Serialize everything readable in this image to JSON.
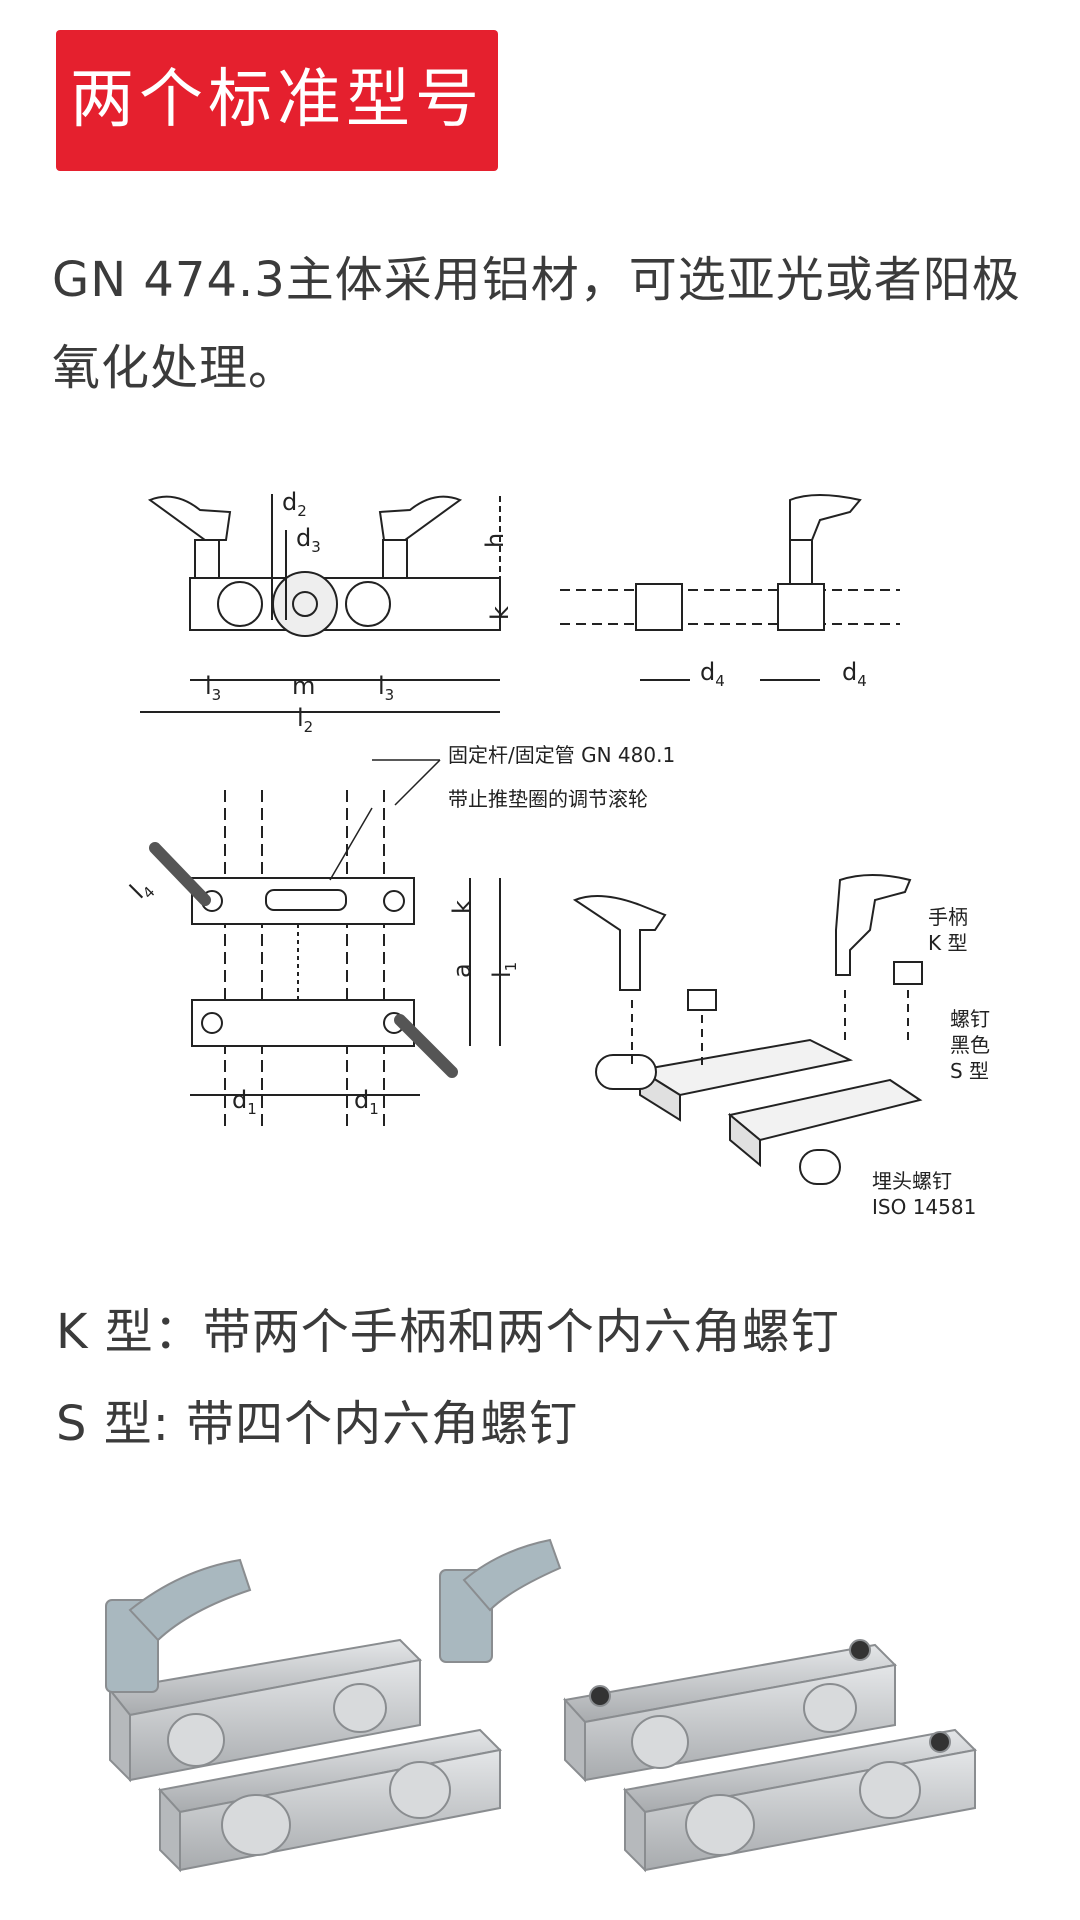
{
  "banner": {
    "title": "两个标准型号"
  },
  "intro": {
    "text": "GN 474.3主体采用铝材，可选亚光或者阳极氧化处理。"
  },
  "drawing": {
    "dims": {
      "d2": "d",
      "d2_sub": "2",
      "d3": "d",
      "d3_sub": "3",
      "h": "h",
      "k": "k",
      "l3": "l",
      "l3_sub": "3",
      "m": "m",
      "l2": "l",
      "l2_sub": "2",
      "d4": "d",
      "d4_sub": "4",
      "l4": "l",
      "l4_sub": "4",
      "a": "a",
      "l1": "l",
      "l1_sub": "1",
      "d1": "d",
      "d1_sub": "1"
    },
    "callouts": {
      "rod": "固定杆/固定管 GN 480.1",
      "roller": "带止推垫圈的调节滚轮",
      "handle_line1": "手柄",
      "handle_line2": "K 型",
      "screw_line1": "螺钉",
      "screw_line2": "黑色",
      "screw_line3": "S 型",
      "grub_line1": "埋头螺钉",
      "grub_line2": "ISO 14581"
    }
  },
  "types": {
    "k": "K 型：带两个手柄和两个内六角螺钉",
    "s": "S 型: 带四个内六角螺钉"
  },
  "colors": {
    "banner": "#e5202e",
    "handle": "#a9b8bf",
    "metal": "#c8cacc"
  }
}
